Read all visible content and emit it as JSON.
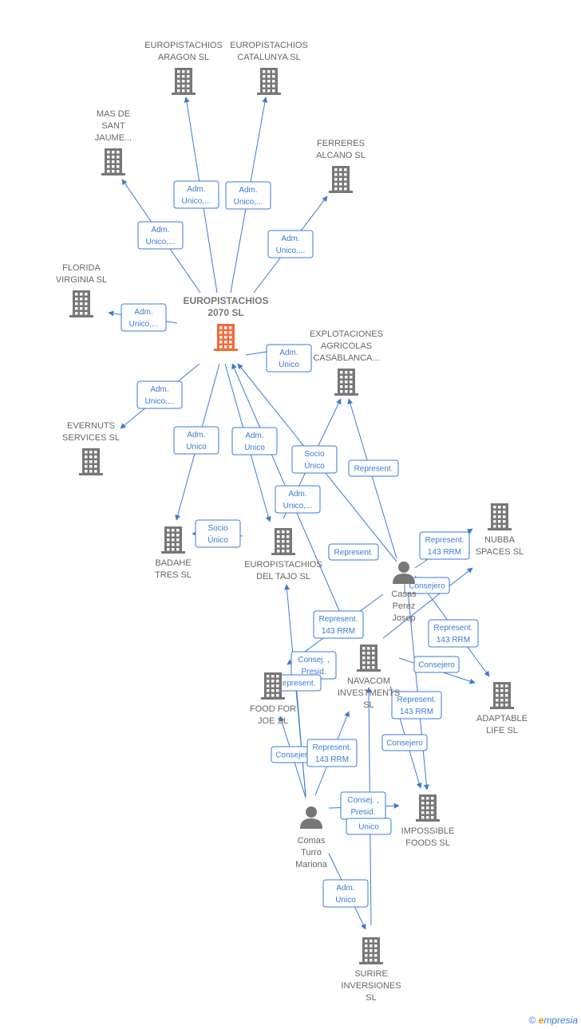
{
  "nodes": [
    {
      "id": "main",
      "kind": "company",
      "main": true,
      "label": [
        "EUROPISTACHIOS",
        "2070  SL"
      ]
    },
    {
      "id": "aragon",
      "kind": "company",
      "label": [
        "EUROPISTACHIOS",
        "ARAGON  SL"
      ]
    },
    {
      "id": "catalunya",
      "kind": "company",
      "label": [
        "EUROPISTACHIOS",
        "CATALUNYA  SL"
      ]
    },
    {
      "id": "mas",
      "kind": "company",
      "label": [
        "MAS DE",
        "SANT",
        "JAUME..."
      ]
    },
    {
      "id": "ferreres",
      "kind": "company",
      "label": [
        "FERRERES",
        "ALCANO  SL"
      ]
    },
    {
      "id": "florida",
      "kind": "company",
      "label": [
        "FLORIDA",
        "VIRGINIA  SL"
      ]
    },
    {
      "id": "explot",
      "kind": "company",
      "label": [
        "EXPLOTACIONES",
        "AGRICOLAS",
        "CASABLANCA..."
      ]
    },
    {
      "id": "evernuts",
      "kind": "company",
      "label": [
        "EVERNUTS",
        "SERVICES  SL"
      ]
    },
    {
      "id": "badahe",
      "kind": "company",
      "label": [
        "BADAHE",
        "TRES  SL"
      ]
    },
    {
      "id": "tajo",
      "kind": "company",
      "label": [
        "EUROPISTACHIOS",
        "DEL TAJO  SL"
      ]
    },
    {
      "id": "nubba",
      "kind": "company",
      "label": [
        "NUBBA",
        "SPACES  SL"
      ]
    },
    {
      "id": "casas",
      "kind": "person",
      "label": [
        "Casas",
        "Perez",
        "Josep"
      ]
    },
    {
      "id": "navacom",
      "kind": "company",
      "label": [
        "NAVACOM",
        "INVESTMENTS",
        "SL"
      ]
    },
    {
      "id": "adaptable",
      "kind": "company",
      "label": [
        "ADAPTABLE",
        "LIFE  SL"
      ]
    },
    {
      "id": "food",
      "kind": "company",
      "label": [
        "FOOD FOR",
        "JOE  SL"
      ]
    },
    {
      "id": "comas",
      "kind": "person",
      "label": [
        "Comas",
        "Turro",
        "Mariona"
      ]
    },
    {
      "id": "impossible",
      "kind": "company",
      "label": [
        "IMPOSSIBLE",
        "FOODS  SL"
      ]
    },
    {
      "id": "surire",
      "kind": "company",
      "label": [
        "SURIRE",
        "INVERSIONES",
        "SL"
      ]
    }
  ],
  "edges": [
    {
      "from": "main",
      "to": "aragon",
      "label": [
        "Adm.",
        "Unico,..."
      ]
    },
    {
      "from": "main",
      "to": "catalunya",
      "label": [
        "Adm.",
        "Unico,..."
      ]
    },
    {
      "from": "main",
      "to": "mas",
      "label": [
        "Adm.",
        "Unico,..."
      ]
    },
    {
      "from": "main",
      "to": "ferreres",
      "label": [
        "Adm.",
        "Unico,..."
      ]
    },
    {
      "from": "main",
      "to": "florida",
      "label": [
        "Adm.",
        "Unico,..."
      ]
    },
    {
      "from": "main",
      "to": "explot",
      "label": [
        "Adm.",
        "Unico"
      ]
    },
    {
      "from": "main",
      "to": "evernuts",
      "label": [
        "Adm.",
        "Unico,..."
      ]
    },
    {
      "from": "main",
      "to": "badahe",
      "label": [
        "Adm.",
        "Unico"
      ]
    },
    {
      "from": "main",
      "to": "tajo",
      "label": [
        "Adm.",
        "Unico"
      ]
    },
    {
      "from": "tajo",
      "to": "badahe",
      "label": [
        "Socio",
        "Único"
      ]
    },
    {
      "from": "navacom",
      "to": "main",
      "label": [
        "Adm.",
        "Unico,..."
      ]
    },
    {
      "from": "casas",
      "to": "explot",
      "label": [
        "Represent."
      ]
    },
    {
      "from": "tajo",
      "to": "explot",
      "label": [
        "Socio",
        "Único"
      ]
    },
    {
      "from": "casas",
      "to": "main",
      "label": [
        "Represent."
      ]
    },
    {
      "from": "casas",
      "to": "nubba",
      "label": [
        "Represent.",
        "143 RRM"
      ]
    },
    {
      "from": "casas",
      "to": "adaptable",
      "label": [
        "Represent.",
        "143 RRM"
      ]
    },
    {
      "from": "casas",
      "to": "impossible",
      "label": [
        "Represent.",
        "143 RRM"
      ]
    },
    {
      "from": "casas",
      "to": "food",
      "label": [
        "Consejero"
      ]
    },
    {
      "from": "casas",
      "to": "food",
      "label": [
        "Represent.",
        "143 RRM"
      ]
    },
    {
      "from": "navacom",
      "to": "adaptable",
      "label": [
        "Consejero"
      ]
    },
    {
      "from": "navacom",
      "to": "impossible",
      "label": [
        "Consejero"
      ]
    },
    {
      "from": "comas",
      "to": "tajo",
      "label": [
        "Consej. ,",
        "Presid."
      ]
    },
    {
      "from": "comas",
      "to": "food",
      "label": [
        "Consejero"
      ]
    },
    {
      "from": "comas",
      "to": "navacom",
      "label": [
        "Represent.",
        "143 RRM"
      ]
    },
    {
      "from": "comas",
      "to": "impossible",
      "label": [
        "Consej. ,",
        "Presid."
      ]
    },
    {
      "from": "surire",
      "to": "navacom",
      "label": [
        "Unico"
      ]
    },
    {
      "from": "comas",
      "to": "surire",
      "label": [
        "Adm.",
        "Unico"
      ]
    },
    {
      "from": "comas",
      "to": "food",
      "label": [
        "Represent."
      ]
    }
  ],
  "colors": {
    "accent": "#3a7bd5",
    "company": "#777777",
    "main": "#f26b3a",
    "person": "#777777"
  },
  "brand": {
    "copyright": "©",
    "e": "e",
    "rest": "mpresia"
  }
}
